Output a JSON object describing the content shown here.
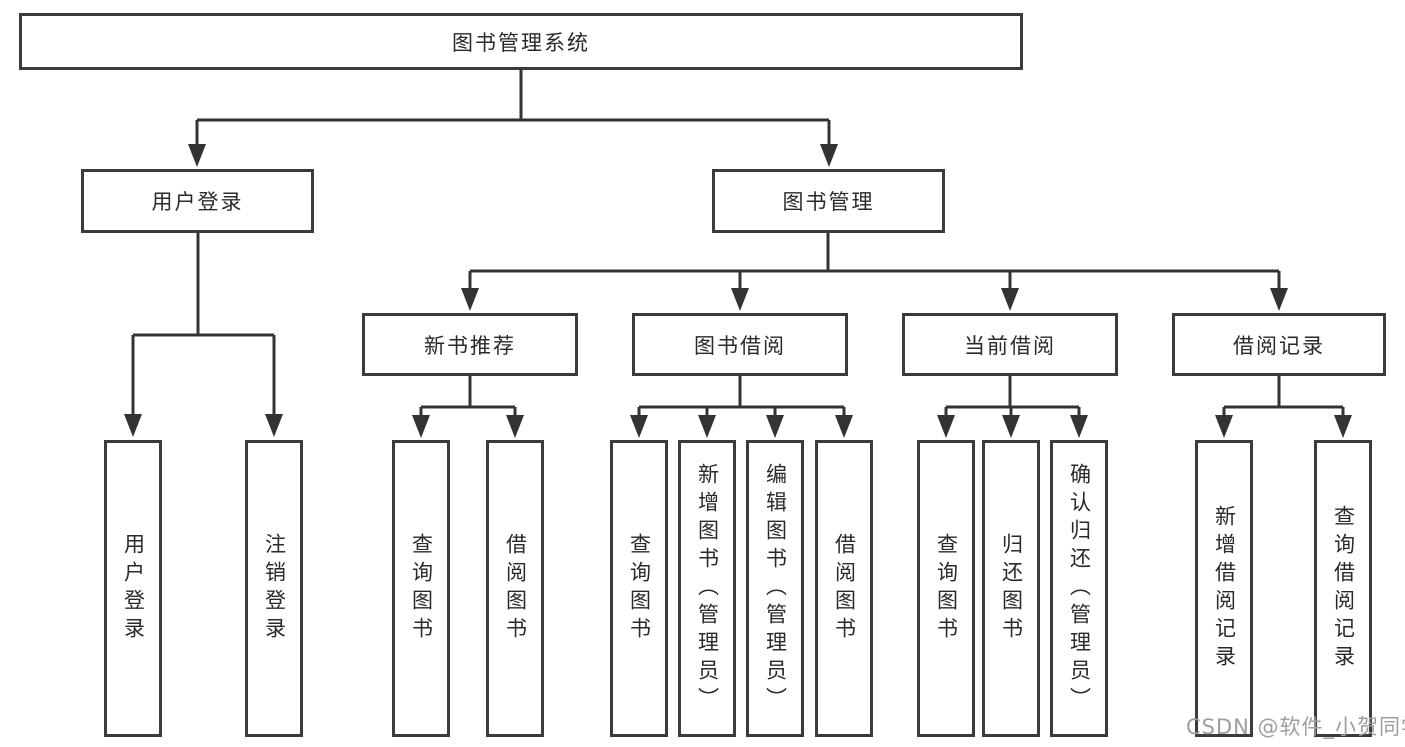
{
  "colors": {
    "line": "#333333",
    "box_border": "#3b3b3b",
    "text": "#2a2a2a",
    "watermark": "#9e9e9e",
    "background": "#ffffff"
  },
  "watermark": "CSDN @软件_小贺同学",
  "tree": {
    "root": {
      "label": "图书管理系统"
    },
    "branches": [
      {
        "label": "用户登录",
        "children": [
          {
            "label": "用户登录"
          },
          {
            "label": "注销登录"
          }
        ]
      },
      {
        "label": "图书管理",
        "children": [
          {
            "label": "新书推荐",
            "children": [
              {
                "label": "查询图书"
              },
              {
                "label": "借阅图书"
              }
            ]
          },
          {
            "label": "图书借阅",
            "children": [
              {
                "label": "查询图书"
              },
              {
                "label": "新增图书（管理员）"
              },
              {
                "label": "编辑图书（管理员）"
              },
              {
                "label": "借阅图书"
              }
            ]
          },
          {
            "label": "当前借阅",
            "children": [
              {
                "label": "查询图书"
              },
              {
                "label": "归还图书"
              },
              {
                "label": "确认归还（管理员）"
              }
            ]
          },
          {
            "label": "借阅记录",
            "children": [
              {
                "label": "新增借阅记录"
              },
              {
                "label": "查询借阅记录"
              }
            ]
          }
        ]
      }
    ]
  }
}
